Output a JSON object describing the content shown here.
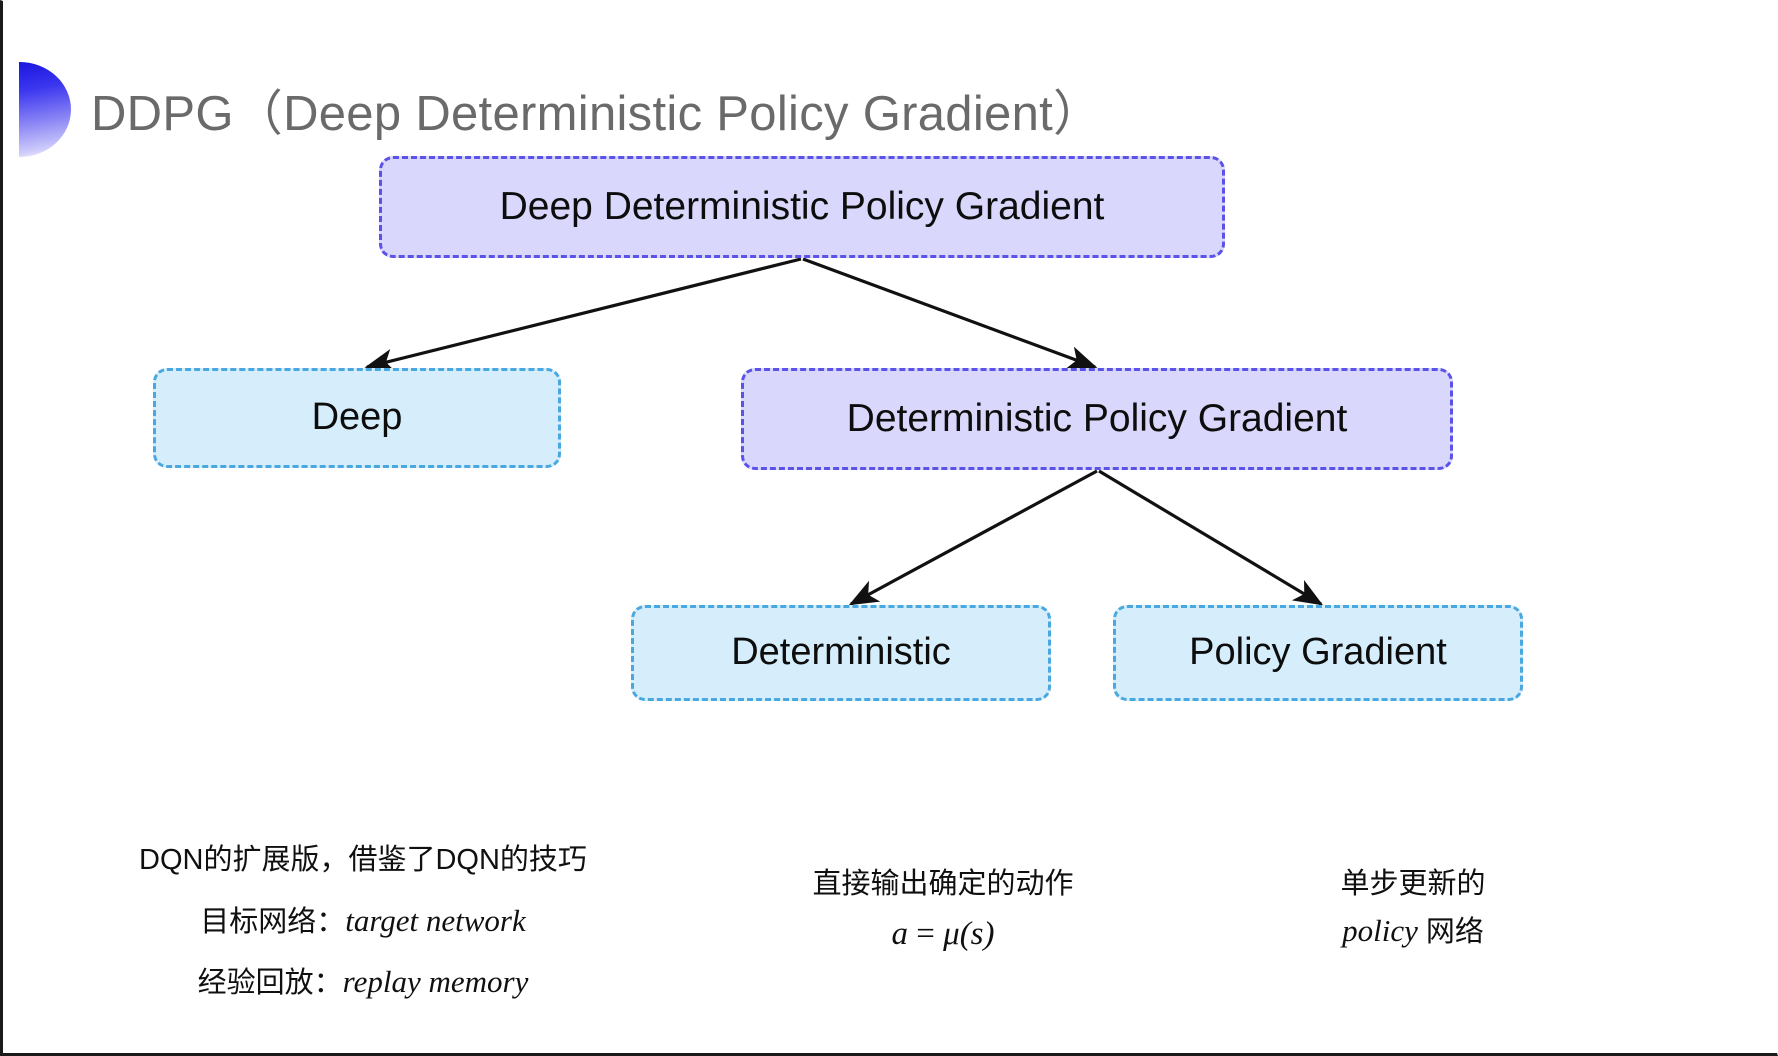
{
  "slide": {
    "title": "DDPG（Deep Deterministic Policy Gradient）",
    "bullet_icon": "half-ellipse-bullet-icon",
    "background_color": "#ffffff",
    "title_color": "#6a6a6a"
  },
  "colors": {
    "purple_fill": "#d9d7fb",
    "purple_border": "#5b52e8",
    "blue_fill": "#d6eefb",
    "blue_border": "#4aa8e0",
    "arrow": "#111111",
    "text": "#101010"
  },
  "nodes": {
    "root": {
      "label": "Deep Deterministic Policy Gradient",
      "style": "purple"
    },
    "deep": {
      "label": "Deep",
      "style": "blue"
    },
    "dpg": {
      "label": "Deterministic Policy Gradient",
      "style": "purple"
    },
    "deterministic": {
      "label": "Deterministic",
      "style": "blue"
    },
    "policy_gradient": {
      "label": "Policy Gradient",
      "style": "blue"
    }
  },
  "annotations": {
    "left": {
      "line1": "DQN的扩展版，借鉴了DQN的技巧",
      "line2_label": "目标网络：",
      "line2_term": "target network",
      "line3_label": "经验回放：",
      "line3_term": "replay memory"
    },
    "middle": {
      "line1": "直接输出确定的动作",
      "formula_a": "a",
      "formula_eq": " = ",
      "formula_mu": "μ",
      "formula_s": "(s)"
    },
    "right": {
      "line1": "单步更新的",
      "line2_term": "policy",
      "line2_suffix": " 网络"
    }
  },
  "arrows": [
    {
      "name": "root-to-deep",
      "from": "root",
      "to": "deep"
    },
    {
      "name": "root-to-dpg",
      "from": "root",
      "to": "dpg"
    },
    {
      "name": "dpg-to-deterministic",
      "from": "dpg",
      "to": "deterministic"
    },
    {
      "name": "dpg-to-policy-gradient",
      "from": "dpg",
      "to": "policy_gradient"
    }
  ]
}
